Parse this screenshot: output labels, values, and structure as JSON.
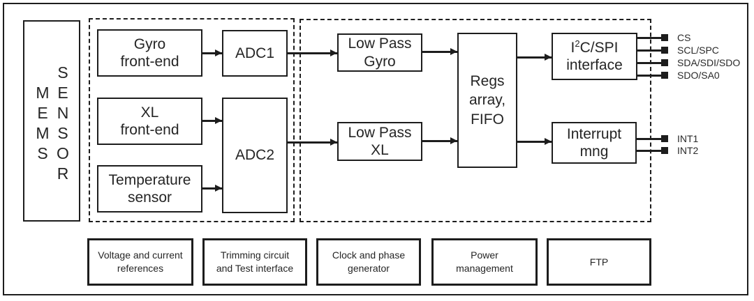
{
  "colors": {
    "ink": "#1d1d1d",
    "text": "#252525",
    "background": "#ffffff"
  },
  "mems": {
    "word1": "MEMS",
    "word2": "SENSOR",
    "col1": [
      "M",
      "E",
      "M",
      "S"
    ],
    "col2": [
      "S",
      "E",
      "N",
      "S",
      "O",
      "R"
    ]
  },
  "blocks": {
    "gyro_fe": {
      "line1": "Gyro",
      "line2": "front-end"
    },
    "adc1": {
      "label": "ADC1"
    },
    "xl_fe": {
      "line1": "XL",
      "line2": "front-end"
    },
    "temp": {
      "line1": "Temperature",
      "line2": "sensor"
    },
    "adc2": {
      "label": "ADC2"
    },
    "lp_gyro": {
      "line1": "Low Pass",
      "line2": "Gyro"
    },
    "lp_xl": {
      "line1": "Low Pass",
      "line2": "XL"
    },
    "regs": {
      "line1": "Regs",
      "line2": "array,",
      "line3": "FIFO"
    },
    "i2c": {
      "l1a": "I",
      "l1sup": "2",
      "l1b": "C/SPI",
      "line2": "interface"
    },
    "interrupt": {
      "line1": "Interrupt",
      "line2": "mng"
    }
  },
  "pins": {
    "spi": [
      "CS",
      "SCL/SPC",
      "SDA/SDI/SDO",
      "SDO/SA0"
    ],
    "int": [
      "INT1",
      "INT2"
    ]
  },
  "bottom_row": [
    {
      "line1": "Voltage and current",
      "line2": "references"
    },
    {
      "line1": "Trimming circuit",
      "line2": "and Test interface"
    },
    {
      "line1": "Clock and phase",
      "line2": "generator"
    },
    {
      "line1": "Power",
      "line2": "management"
    },
    {
      "line1": "FTP"
    }
  ]
}
